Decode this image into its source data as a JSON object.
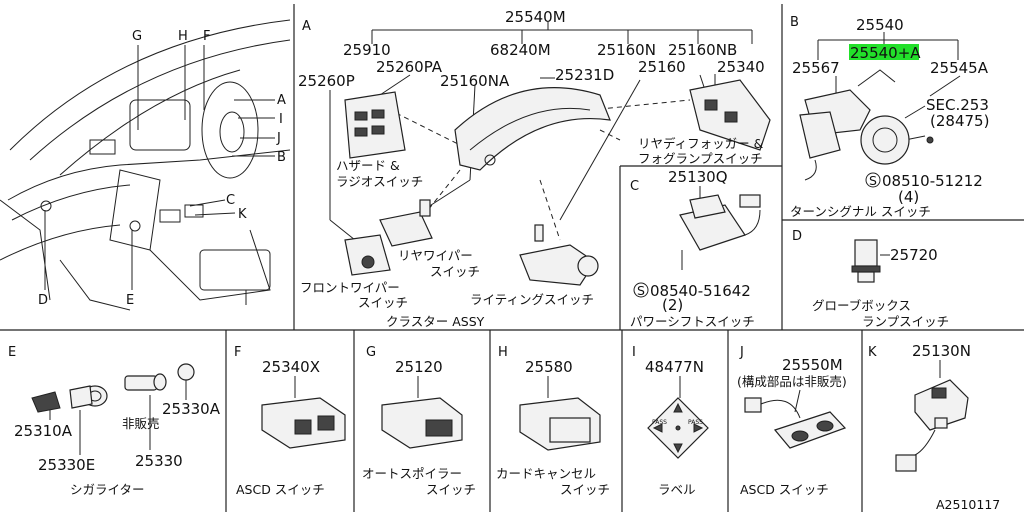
{
  "sections": {
    "A": "A",
    "B": "B",
    "C": "C",
    "D": "D",
    "E": "E",
    "F": "F",
    "G": "G",
    "H": "H",
    "I": "I",
    "J": "J",
    "K": "K"
  },
  "overview": {
    "callouts": [
      "G",
      "H",
      "F",
      "A",
      "I",
      "J",
      "B",
      "C",
      "K",
      "D",
      "E"
    ]
  },
  "panelA": {
    "main": "25540M",
    "p25910": "25910",
    "p68240M": "68240M",
    "p25160N": "25160N",
    "p25160NB": "25160NB",
    "p25260PA": "25260PA",
    "p25260P": "25260P",
    "p25160NA": "25160NA",
    "p25231D": "25231D",
    "p25160": "25160",
    "p25340": "25340",
    "hazard_line1": "ハザード &",
    "hazard_line2": "ラジオスイッチ",
    "rear_fog_line1": "リヤディフォッガー &",
    "rear_fog_line2": "フォグランプスイッチ",
    "rear_wiper_line1": "リヤワイパー",
    "rear_wiper_line2": "スイッチ",
    "front_wiper_line1": "フロントワイパー",
    "front_wiper_line2": "スイッチ",
    "lighting": "ライティングスイッチ",
    "cluster": "クラスター ASSY"
  },
  "panelB": {
    "main": "25540",
    "highlight": "25540+A",
    "p25567": "25567",
    "p25545A": "25545A",
    "sec_line1": "SEC.253",
    "sec_line2": "(28475)",
    "screw": "08510-51212",
    "screw_qty": "(4)",
    "name": "ターンシグナル スイッチ",
    "highlight_color": "#22e02a"
  },
  "panelC": {
    "part": "25130Q",
    "screw": "08540-51642",
    "screw_qty": "(2)",
    "name": "パワーシフトスイッチ"
  },
  "panelD": {
    "part": "25720",
    "name_line1": "グローブボックス",
    "name_line2": "ランプスイッチ"
  },
  "panelE": {
    "p25310A": "25310A",
    "p25330E": "25330E",
    "p25330A": "25330A",
    "p25330": "25330",
    "not_sold": "非販売",
    "name": "シガライター"
  },
  "panelF": {
    "part": "25340X",
    "name": "ASCD スイッチ"
  },
  "panelG": {
    "part": "25120",
    "name_line1": "オートスポイラー",
    "name_line2": "スイッチ"
  },
  "panelH": {
    "part": "25580",
    "name_line1": "カードキャンセル",
    "name_line2": "スイッチ"
  },
  "panelI": {
    "part": "48477N",
    "name": "ラベル",
    "label_left": "PASS",
    "label_right": "PASS"
  },
  "panelJ": {
    "part": "25550M",
    "note": "(構成部品は非販売)",
    "name": "ASCD スイッチ"
  },
  "panelK": {
    "part": "25130N"
  },
  "figure_id": "A2510117"
}
